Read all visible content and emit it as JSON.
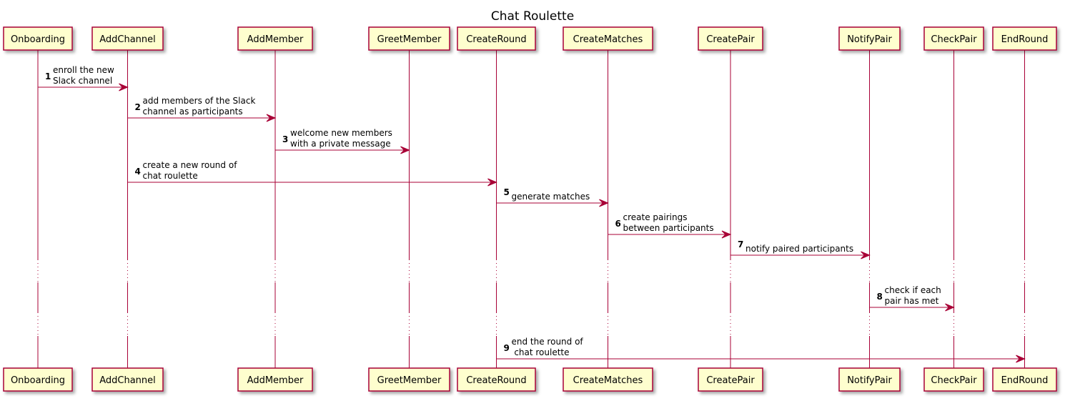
{
  "diagram": {
    "title": "Chat Roulette",
    "colors": {
      "participant_fill": "#FEFECE",
      "participant_border": "#A80036",
      "arrow": "#A80036",
      "lifeline": "#A80036"
    },
    "participants": [
      {
        "name": "Onboarding"
      },
      {
        "name": "AddChannel"
      },
      {
        "name": "AddMember"
      },
      {
        "name": "GreetMember"
      },
      {
        "name": "CreateRound"
      },
      {
        "name": "CreateMatches"
      },
      {
        "name": "CreatePair"
      },
      {
        "name": "NotifyPair"
      },
      {
        "name": "CheckPair"
      },
      {
        "name": "EndRound"
      }
    ],
    "messages": [
      {
        "number": "1",
        "from": 0,
        "to": 1,
        "lines": [
          "enroll the new",
          "Slack channel"
        ]
      },
      {
        "number": "2",
        "from": 1,
        "to": 2,
        "lines": [
          "add members of the Slack",
          "channel as participants"
        ]
      },
      {
        "number": "3",
        "from": 2,
        "to": 3,
        "lines": [
          "welcome new members",
          "with a private message"
        ]
      },
      {
        "number": "4",
        "from": 1,
        "to": 4,
        "lines": [
          "create a new round of",
          "chat roulette"
        ]
      },
      {
        "number": "5",
        "from": 4,
        "to": 5,
        "lines": [
          "generate matches"
        ]
      },
      {
        "number": "6",
        "from": 5,
        "to": 6,
        "lines": [
          "create pairings",
          "between participants"
        ]
      },
      {
        "number": "7",
        "from": 6,
        "to": 7,
        "lines": [
          "notify paired participants"
        ]
      },
      {
        "number": "8",
        "from": 7,
        "to": 8,
        "lines": [
          "check if each",
          "pair has met"
        ]
      },
      {
        "number": "9",
        "from": 4,
        "to": 9,
        "lines": [
          "end the round of",
          " chat roulette"
        ]
      }
    ]
  }
}
